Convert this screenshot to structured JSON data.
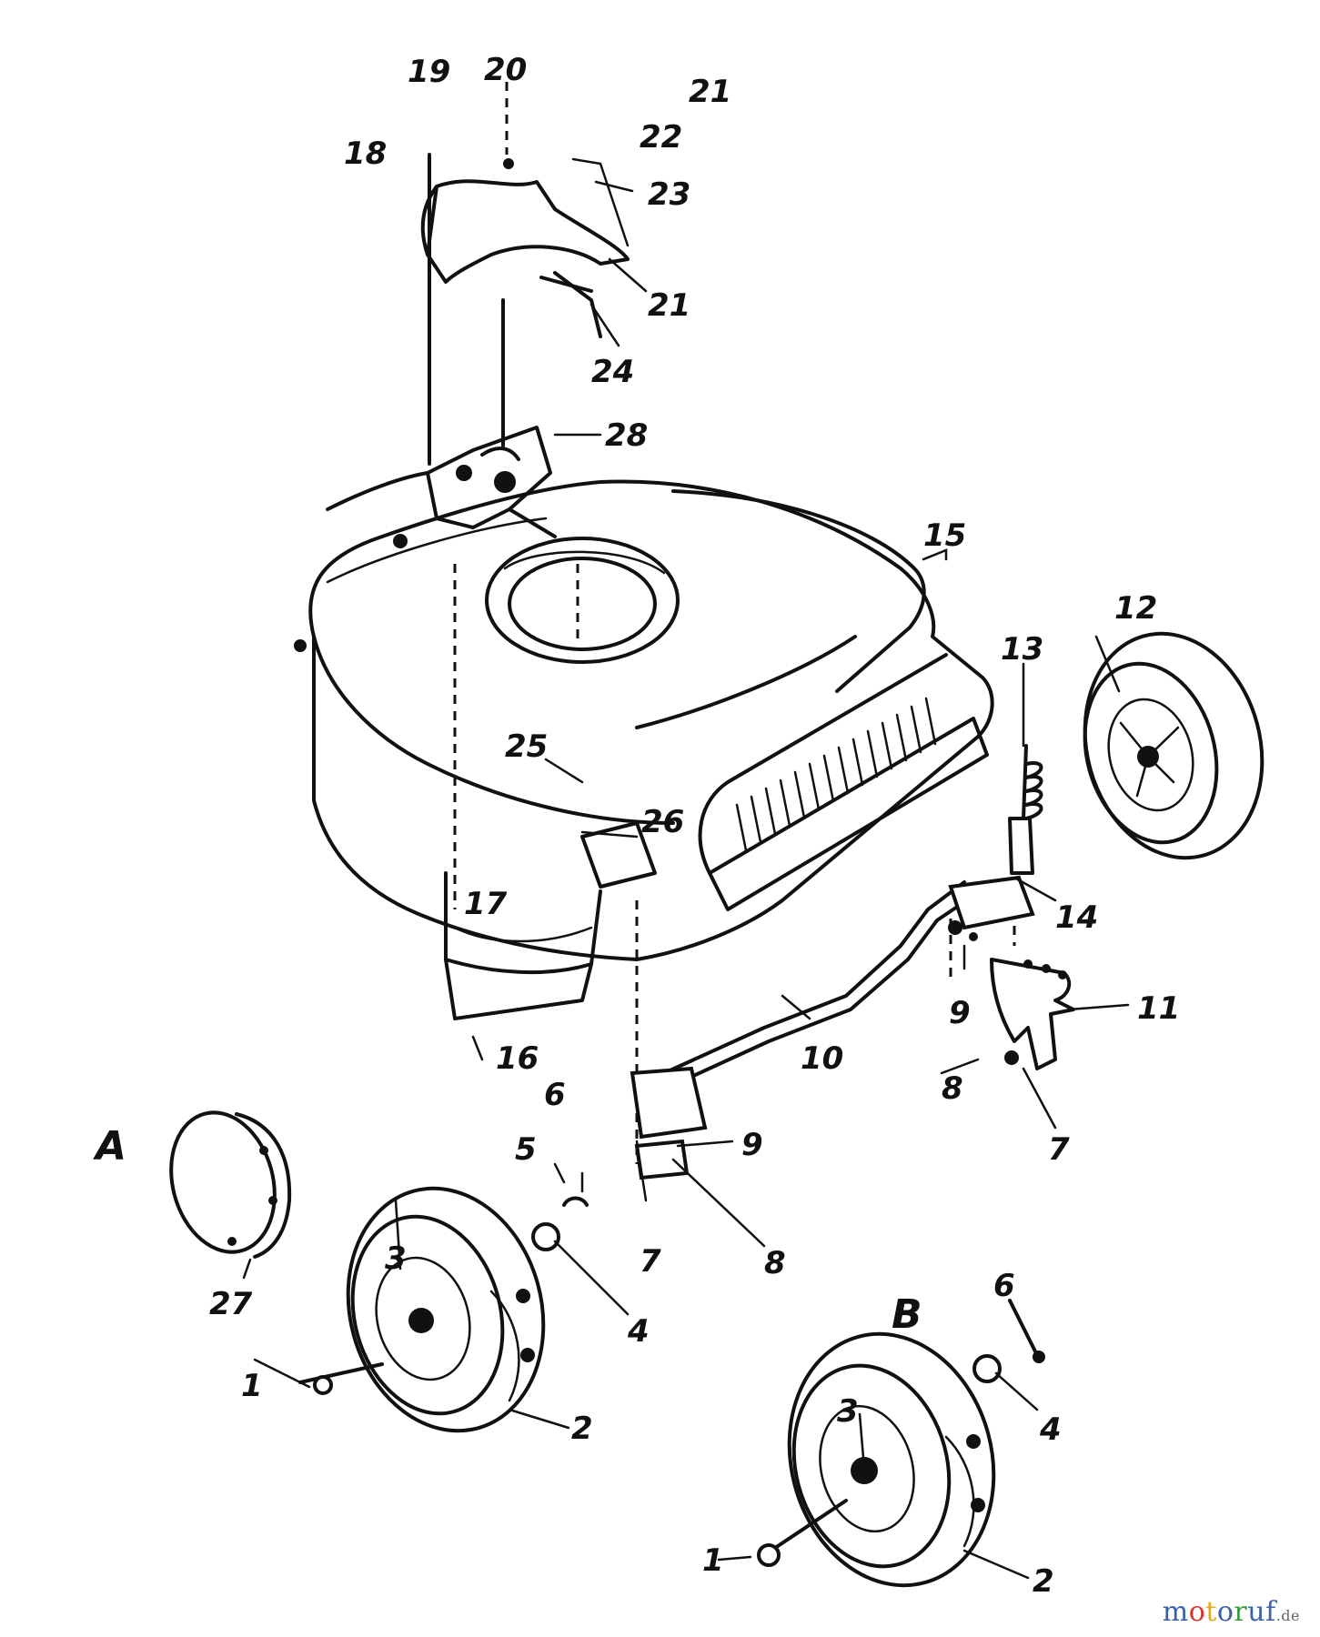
{
  "diagram": {
    "view_labels": {
      "a": "A",
      "b": "B"
    },
    "callouts": {
      "c1a": "1",
      "c1b": "1",
      "c2a": "2",
      "c2b": "2",
      "c3a": "3",
      "c3b": "3",
      "c4a": "4",
      "c4b": "4",
      "c5": "5",
      "c6a": "6",
      "c6b": "6",
      "c7a": "7",
      "c7b": "7",
      "c8a": "8",
      "c8b": "8",
      "c9a": "9",
      "c9b": "9",
      "c10": "10",
      "c11": "11",
      "c12": "12",
      "c13": "13",
      "c14": "14",
      "c15": "15",
      "c16": "16",
      "c17": "17",
      "c18": "18",
      "c19": "19",
      "c20": "20",
      "c21a": "21",
      "c21b": "21",
      "c22": "22",
      "c23": "23",
      "c24": "24",
      "c25": "25",
      "c26": "26",
      "c27": "27",
      "c28": "28"
    }
  },
  "watermark": {
    "letters": [
      "m",
      "o",
      "t",
      "o",
      "r",
      "uf"
    ],
    "suffix": ".de"
  }
}
